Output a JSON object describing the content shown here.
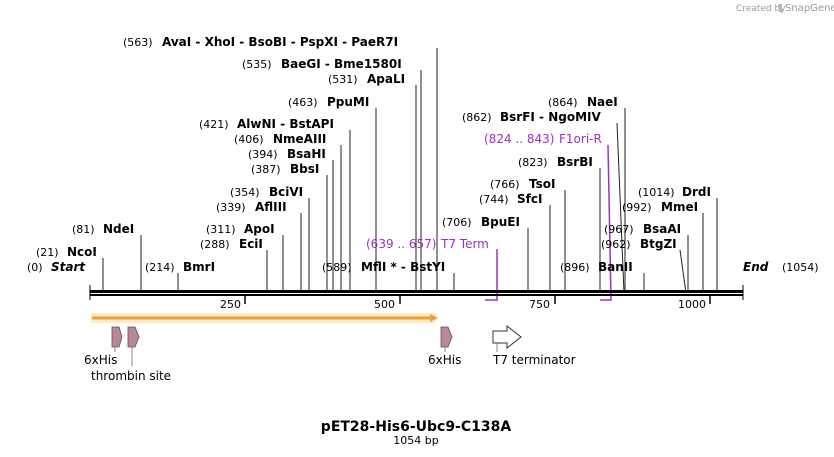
{
  "app": {
    "credit_label": "Created by",
    "brand_name": "SnapGene"
  },
  "sequence": {
    "name": "pET28-His6-Ubc9-C138A",
    "length_label": "1054 bp",
    "length": 1054,
    "start_label": "Start",
    "start_pos": "(0)",
    "end_label": "End",
    "end_pos": "(1054)"
  },
  "ruler": {
    "ticks": [
      "250",
      "500",
      "750",
      "1000"
    ]
  },
  "colors": {
    "backbone": "#000000",
    "feature_arrow": "#f5a623",
    "his_tag": "#b9879c",
    "primer": "#9b30c8",
    "terminator": "#ffffff"
  },
  "sites": [
    {
      "id": "ncoi",
      "pos_label": "(21)",
      "name": "NcoI",
      "bp": 21
    },
    {
      "id": "ndei",
      "pos_label": "(81)",
      "name": "NdeI",
      "bp": 81
    },
    {
      "id": "bmri",
      "pos_label": "(214)",
      "name": "BmrI",
      "bp": 214
    },
    {
      "id": "ecii",
      "pos_label": "(288)",
      "name": "EciI",
      "bp": 288
    },
    {
      "id": "apoi",
      "pos_label": "(311)",
      "name": "ApoI",
      "bp": 311
    },
    {
      "id": "afliii",
      "pos_label": "(339)",
      "name": "AflIII",
      "bp": 339
    },
    {
      "id": "bcivi",
      "pos_label": "(354)",
      "name": "BciVI",
      "bp": 354
    },
    {
      "id": "bbsi",
      "pos_label": "(387)",
      "name": "BbsI",
      "bp": 387
    },
    {
      "id": "bsahi",
      "pos_label": "(394)",
      "name": "BsaHI",
      "bp": 394
    },
    {
      "id": "nmeaiii",
      "pos_label": "(406)",
      "name": "NmeAIII",
      "bp": 406
    },
    {
      "id": "alwni",
      "pos_label": "(421)",
      "name": "AlwNI  -  BstAPI",
      "bp": 421
    },
    {
      "id": "ppumi",
      "pos_label": "(463)",
      "name": "PpuMI",
      "bp": 463
    },
    {
      "id": "apali",
      "pos_label": "(531)",
      "name": "ApaLI",
      "bp": 531
    },
    {
      "id": "baegi",
      "pos_label": "(535)",
      "name": "BaeGI  -  Bme1580I",
      "bp": 535
    },
    {
      "id": "avai",
      "pos_label": "(563)",
      "name": "AvaI  -  XhoI  -  BsoBI  -  PspXI  -  PaeR7I",
      "bp": 563
    },
    {
      "id": "mfli",
      "pos_label": "(589)",
      "name": "MflI *  -  BstYI",
      "bp": 589
    },
    {
      "id": "bpuei",
      "pos_label": "(706)",
      "name": "BpuEI",
      "bp": 706
    },
    {
      "id": "sfci",
      "pos_label": "(744)",
      "name": "SfcI",
      "bp": 744
    },
    {
      "id": "tsoi",
      "pos_label": "(766)",
      "name": "TsoI",
      "bp": 766
    },
    {
      "id": "bsrbi",
      "pos_label": "(823)",
      "name": "BsrBI",
      "bp": 823
    },
    {
      "id": "bsrfi",
      "pos_label": "(862)",
      "name": "BsrFI  -  NgoMIV",
      "bp": 862
    },
    {
      "id": "naei",
      "pos_label": "(864)",
      "name": "NaeI",
      "bp": 864
    },
    {
      "id": "banii",
      "pos_label": "(896)",
      "name": "BanII",
      "bp": 896
    },
    {
      "id": "btgzi",
      "pos_label": "(962)",
      "name": "BtgZI",
      "bp": 962
    },
    {
      "id": "bsaai",
      "pos_label": "(967)",
      "name": "BsaAI",
      "bp": 967
    },
    {
      "id": "mmei",
      "pos_label": "(992)",
      "name": "MmeI",
      "bp": 992
    },
    {
      "id": "drdi",
      "pos_label": "(1014)",
      "name": "DrdI",
      "bp": 1014
    }
  ],
  "primers": [
    {
      "id": "t7term",
      "range_label": "(639 .. 657)",
      "name": "T7 Term"
    },
    {
      "id": "f1ori",
      "range_label": "(824 .. 843)",
      "name": "F1ori-R"
    }
  ],
  "features": [
    {
      "id": "his-1",
      "label": "6xHis"
    },
    {
      "id": "thrombin",
      "label": "thrombin site"
    },
    {
      "id": "his-2",
      "label": "6xHis"
    },
    {
      "id": "t7term",
      "label": "T7 terminator"
    }
  ]
}
